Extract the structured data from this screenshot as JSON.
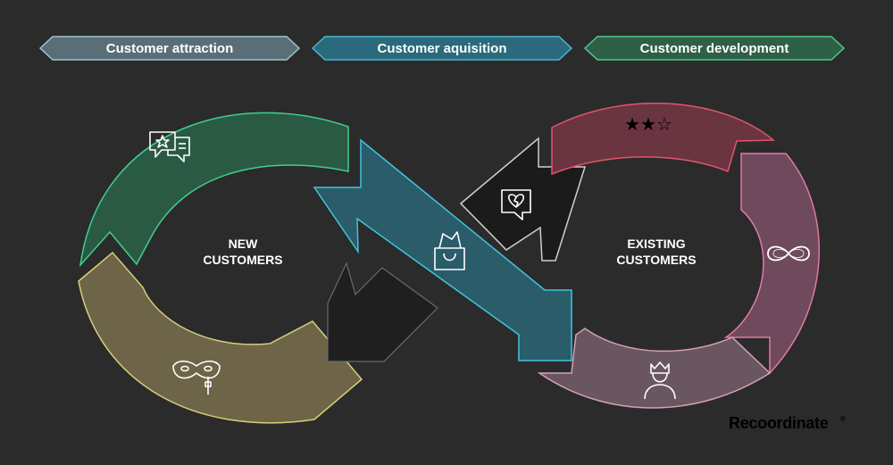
{
  "banners": [
    {
      "label": "Customer attraction",
      "color": "#5a6e78",
      "stroke": "#9cc5cf"
    },
    {
      "label": "Customer aquisition",
      "color": "#2b6a7c",
      "stroke": "#47b8d0"
    },
    {
      "label": "Customer development",
      "color": "#2e6048",
      "stroke": "#4fc98a"
    }
  ],
  "left_loop": {
    "label_line1": "NEW",
    "label_line2": "CUSTOMERS"
  },
  "right_loop": {
    "label_line1": "EXISTING",
    "label_line2": "CUSTOMERS"
  },
  "segments": {
    "attraction": {
      "icon": "review-chat-icon",
      "fill": "#2b5a44",
      "stroke": "#3fcf8e"
    },
    "retention": {
      "icon": "mask-icon",
      "fill": "#6e6548",
      "stroke": "#d6cf7a"
    },
    "acquisition": {
      "icon": "shopping-bag-icon",
      "fill": "#2a5c6a",
      "stroke": "#40c4dc"
    },
    "churn": {
      "icon": "broken-heart-chat-icon",
      "fill": "#1b1b1b",
      "stroke": "#cfcfcf"
    },
    "reentry": {
      "fill": "#1f1f1f",
      "stroke": "#6a6a6a"
    },
    "rating": {
      "icon": "star-rating-icon",
      "fill": "#6a3440",
      "stroke": "#e0566a"
    },
    "loyalty": {
      "icon": "infinity-icon",
      "fill": "#6e4a5c",
      "stroke": "#e07aa6"
    },
    "vip": {
      "icon": "king-icon",
      "fill": "#6a5660",
      "stroke": "#d3a0b8"
    }
  },
  "rating_glyph": "★★☆",
  "logo": {
    "text": "Recoordinate",
    "mark": "®"
  }
}
